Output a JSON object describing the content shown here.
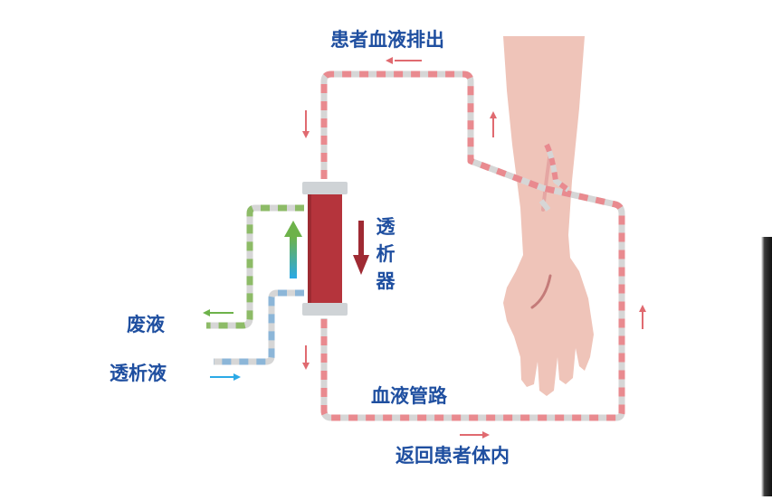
{
  "labels": {
    "patient_blood_out": "患者血液排出",
    "dialyzer": "透析器",
    "waste_fluid": "废液",
    "dialysate": "透析液",
    "blood_tubing": "血液管路",
    "return_to_patient": "返回患者体内"
  },
  "colors": {
    "label_text": "#1f4fa0",
    "blood_tube_red": "#e98a8f",
    "blood_tube_grey": "#d6d6d6",
    "waste_tube_green": "#8dbb67",
    "dialysate_tube_blue": "#8cb6d8",
    "dialyzer_body": "#b5343c",
    "dialyzer_caps": "#cfd3d6",
    "arm_skin": "#efc4b9",
    "arrow_red": "#e06a70",
    "arrow_green": "#6db24a",
    "arrow_blue": "#2ba9e6",
    "dark_arrow": "#9f2a33"
  },
  "icons": {
    "arm": "forearm-hand-icon",
    "dialyzer": "dialyzer-cartridge-icon"
  }
}
